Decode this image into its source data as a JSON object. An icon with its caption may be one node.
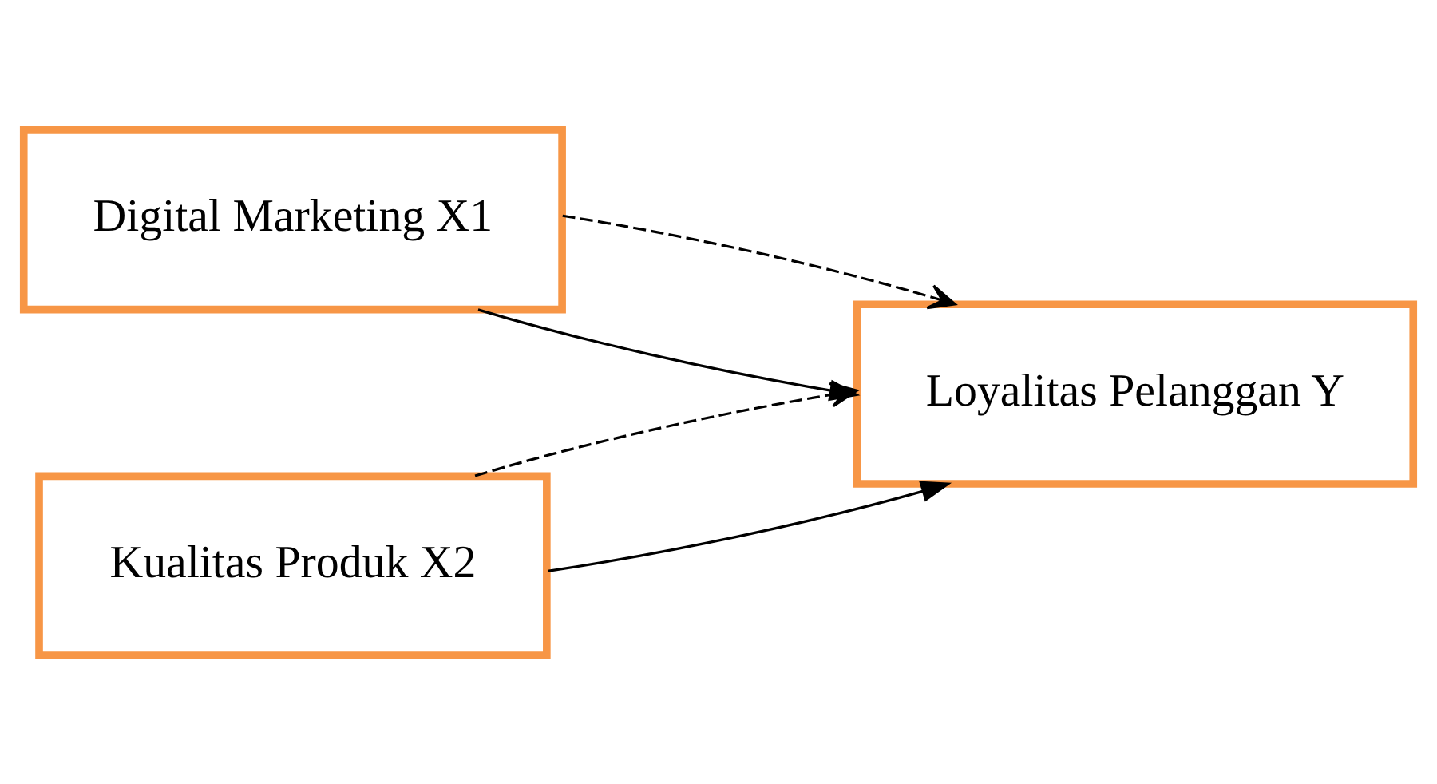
{
  "diagram": {
    "nodes": [
      {
        "text": [
          "Digital Marketing X1"
        ]
      },
      {
        "text": [
          "Kualitas Produk X2"
        ]
      },
      {
        "text": [
          "Loyalitas Pelanggan Y"
        ]
      }
    ],
    "edges": [
      {
        "from": 0,
        "to": 2,
        "arrow": "to"
      },
      {
        "from": 1,
        "to": 2,
        "arrow": "to"
      },
      {
        "from": 0,
        "to": 2,
        "arrow": "to",
        "style": "dashed"
      },
      {
        "from": 1,
        "to": 2,
        "arrow": "to",
        "style": "dashed"
      }
    ]
  }
}
